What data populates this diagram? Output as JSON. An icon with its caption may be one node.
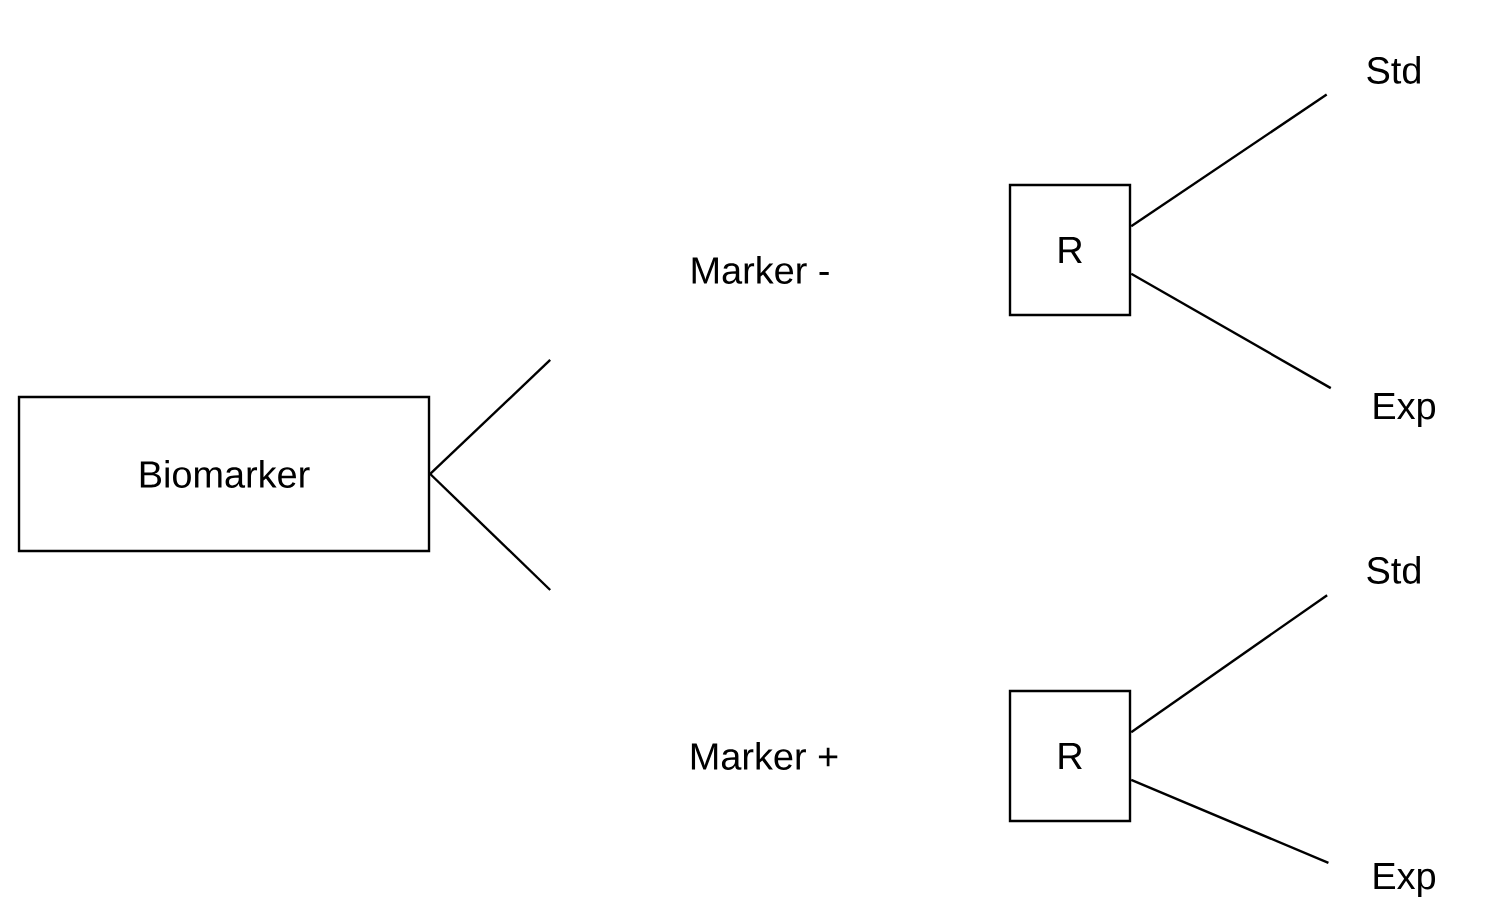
{
  "diagram": {
    "nodes": [
      {
        "text": [
          "Biomarker"
        ]
      },
      {
        "text": [
          "R"
        ]
      },
      {
        "text": [
          "Std"
        ]
      },
      {
        "text": [
          "Exp"
        ]
      },
      {
        "text": [
          "R"
        ]
      },
      {
        "text": [
          "Std"
        ]
      },
      {
        "text": [
          "Exp"
        ]
      }
    ],
    "edges": [
      {
        "from": 0,
        "to": null,
        "arrow": "none"
      },
      {
        "from": 0,
        "to": null,
        "arrow": "none"
      },
      {
        "from": 1,
        "to": 2,
        "arrow": "none"
      },
      {
        "from": 1,
        "to": 3,
        "arrow": "none"
      },
      {
        "from": 4,
        "to": 5,
        "arrow": "none"
      },
      {
        "from": 4,
        "to": 6,
        "arrow": "none"
      }
    ],
    "labels": [
      "Marker -",
      "Marker +"
    ]
  }
}
